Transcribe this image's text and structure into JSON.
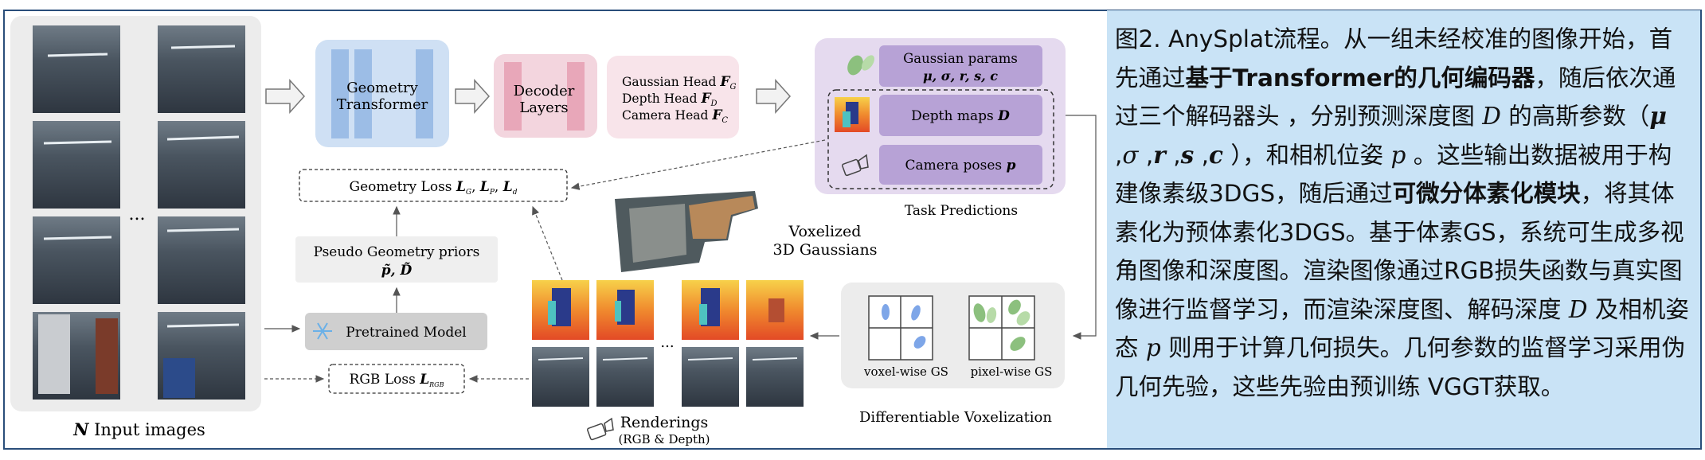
{
  "diagram": {
    "input_label_n": "N",
    "input_label_rest": " Input images",
    "ellipsis_input": "...",
    "geometry_transformer": [
      "Geometry",
      "Transformer"
    ],
    "decoder_layers": [
      "Decoder",
      "Layers"
    ],
    "heads": [
      {
        "label": "Gaussian Head ",
        "sym": "F",
        "sub": "G"
      },
      {
        "label": "Depth Head ",
        "sym": "F",
        "sub": "D"
      },
      {
        "label": "Camera Head ",
        "sym": "F",
        "sub": "C"
      }
    ],
    "task_predictions": {
      "gaussian_params_title": "Gaussian params",
      "gaussian_params_symbols": "μ, σ, r, s, c",
      "depth_maps": "Depth maps ",
      "depth_maps_sym": "D",
      "camera_poses": "Camera poses ",
      "camera_poses_sym": "p",
      "label": "Task Predictions"
    },
    "geometry_loss": {
      "label": "Geometry Loss ",
      "terms": [
        {
          "sym": "L",
          "sub": "G"
        },
        {
          "sym": "L",
          "sub": "P"
        },
        {
          "sym": "L",
          "sub": "d"
        }
      ]
    },
    "pseudo_priors": {
      "title": "Pseudo Geometry priors",
      "symbols": "p̃, D̃"
    },
    "pretrained_model": "Pretrained Model",
    "rgb_loss": {
      "label": "RGB Loss ",
      "sym": "L",
      "sub": "RGB"
    },
    "voxelized_label": [
      "Voxelized",
      "3D Gaussians"
    ],
    "renderings_label": [
      "Renderings",
      "(RGB & Depth)"
    ],
    "ellipsis_render": "...",
    "voxel_wise": "voxel-wise GS",
    "pixel_wise": "pixel-wise GS",
    "diff_voxelization": "Differentiable Voxelization"
  },
  "caption": {
    "segments": [
      {
        "t": "图2. AnySplat流程。从一组未经校准的图像开始，首先通过"
      },
      {
        "t": "基于Transformer的几何编码器",
        "b": true
      },
      {
        "t": "，随后依次通过三个解码器头 ，分别预测深度图 "
      },
      {
        "t": "D",
        "i": true
      },
      {
        "t": " 的高斯参数（"
      },
      {
        "t": "μ",
        "s": true
      },
      {
        "t": " ,"
      },
      {
        "t": "σ",
        "i": true
      },
      {
        "t": " ,"
      },
      {
        "t": "r",
        "s": true
      },
      {
        "t": " ,"
      },
      {
        "t": "s",
        "s": true
      },
      {
        "t": " ,"
      },
      {
        "t": "c",
        "s": true
      },
      {
        "t": " ），和相机位姿 "
      },
      {
        "t": "p",
        "i": true
      },
      {
        "t": " 。这些输出数据被用于构建像素级3DGS，随后通过"
      },
      {
        "t": "可微分体素化模块",
        "b": true
      },
      {
        "t": "，将其体素化为预体素化3DGS。基于体素GS，系统可生成多视角图像和深度图。渲染图像通过RGB损失函数与真实图像进行监督学习，而渲染深度图、解码深度 "
      },
      {
        "t": "D",
        "i": true
      },
      {
        "t": " 及相机姿态 "
      },
      {
        "t": "p",
        "i": true
      },
      {
        "t": " 则用于计算几何损失。几何参数的监督学习采用伪几何先验，这些先验由预训练 VGGT获取。"
      }
    ]
  }
}
